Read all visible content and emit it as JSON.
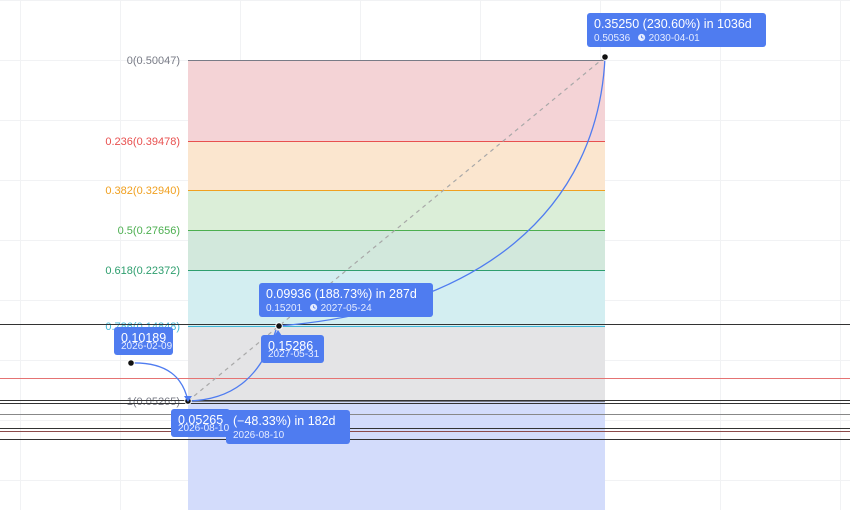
{
  "chart_data": {
    "type": "line",
    "fib_retracement": {
      "levels": [
        {
          "label": "0(0.50047)",
          "ratio": 0,
          "price": 0.50047,
          "color": "#787b86",
          "fill": "#f4d3d6"
        },
        {
          "label": "0.236(0.39478)",
          "ratio": 0.236,
          "price": 0.39478,
          "color": "#e8504f",
          "fill": "#fbe6cf"
        },
        {
          "label": "0.382(0.32940)",
          "ratio": 0.382,
          "price": 0.3294,
          "color": "#f0a020",
          "fill": "#dbeed8"
        },
        {
          "label": "0.5(0.27656)",
          "ratio": 0.5,
          "price": 0.27656,
          "color": "#4caf50",
          "fill": "#d2e8dc"
        },
        {
          "label": "0.618(0.22372)",
          "ratio": 0.618,
          "price": 0.22372,
          "color": "#2e9e6e",
          "fill": "#d3eef1"
        },
        {
          "label": "0.786(0.14848)",
          "ratio": 0.786,
          "price": 0.14848,
          "color": "#40b8d8",
          "fill": "#e4e4e6"
        },
        {
          "label": "1(0.05265)",
          "ratio": 1,
          "price": 0.05265,
          "color": "#787b86",
          "fill": "#d3dcfb"
        }
      ]
    },
    "points": [
      {
        "value": "0.10189",
        "date": "2026-02-09"
      },
      {
        "value": "0.05265",
        "date": "2026-08-10"
      },
      {
        "value": "0.15286",
        "date": "2027-05-31"
      },
      {
        "value": "0.15201",
        "date": "2027-05-24"
      },
      {
        "value": "0.50536",
        "date": "2030-04-01"
      }
    ],
    "projections": [
      {
        "main": "0.35250 (230.60%) in 1036d",
        "sub": "0.50536",
        "date": "2030-04-01"
      },
      {
        "main": "0.09936 (188.73%) in 287d",
        "sub": "0.15201",
        "date": "2027-05-24"
      },
      {
        "main": "(−48.33%) in 182d",
        "sub": "",
        "date": "2026-08-10"
      }
    ],
    "colors": {
      "accent": "#4f7cf0",
      "curve": "#4f7cf0",
      "dashed": "#a8a8a8",
      "hline_dark": "#333333",
      "hline_red": "#e57373",
      "hline_grey": "#888888"
    }
  }
}
